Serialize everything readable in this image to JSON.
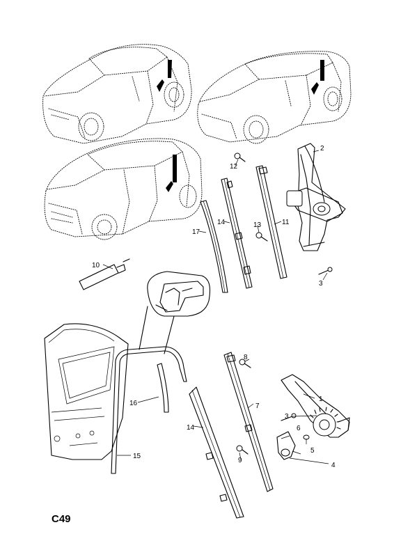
{
  "page_code": "C49",
  "callouts": {
    "c1": "1",
    "c2": "2",
    "c3a": "3",
    "c3b": "3",
    "c4": "4",
    "c5": "5",
    "c6": "6",
    "c7": "7",
    "c8": "8",
    "c9": "9",
    "c10": "10",
    "c11": "11",
    "c12": "12",
    "c13": "13",
    "c14a": "14",
    "c14b": "14",
    "c15": "15",
    "c16": "16",
    "c17": "17"
  }
}
